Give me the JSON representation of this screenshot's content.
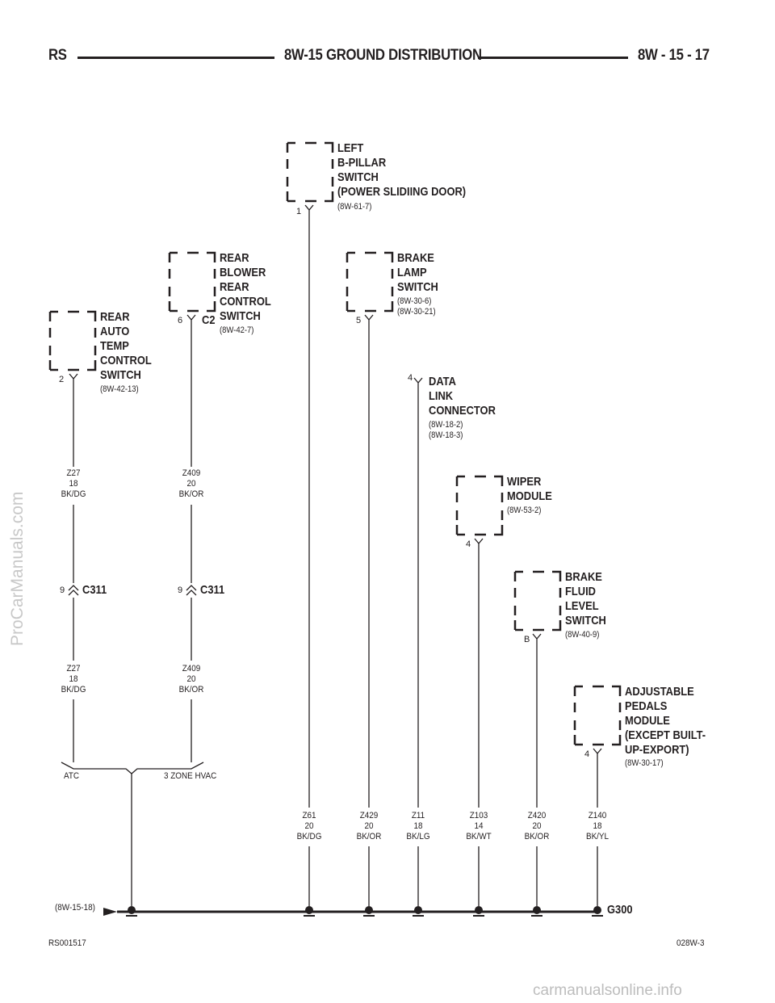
{
  "header": {
    "left": "RS",
    "center": "8W-15 GROUND DISTRIBUTION",
    "right": "8W - 15 - 17"
  },
  "components": {
    "rear_auto_temp": {
      "lines": [
        "REAR",
        "AUTO",
        "TEMP",
        "CONTROL",
        "SWITCH"
      ],
      "refs": [
        "(8W-42-13)"
      ],
      "pin": "2"
    },
    "rear_blower": {
      "lines": [
        "REAR",
        "BLOWER",
        "REAR",
        "CONTROL",
        "SWITCH"
      ],
      "refs": [
        "(8W-42-7)"
      ],
      "pin": "6",
      "connector": "C2"
    },
    "b_pillar": {
      "lines": [
        "LEFT",
        "B-PILLAR",
        "SWITCH",
        "(POWER SLIDIING DOOR)"
      ],
      "refs": [
        "(8W-61-7)"
      ],
      "pin": "1"
    },
    "brake_lamp": {
      "lines": [
        "BRAKE",
        "LAMP",
        "SWITCH"
      ],
      "refs": [
        "(8W-30-6)",
        "(8W-30-21)"
      ],
      "pin": "5"
    },
    "data_link": {
      "lines": [
        "DATA",
        "LINK",
        "CONNECTOR"
      ],
      "refs": [
        "(8W-18-2)",
        "(8W-18-3)"
      ],
      "pin": "4"
    },
    "wiper": {
      "lines": [
        "WIPER",
        "MODULE"
      ],
      "refs": [
        "(8W-53-2)"
      ],
      "pin": "4"
    },
    "brake_fluid": {
      "lines": [
        "BRAKE",
        "FLUID",
        "LEVEL",
        "SWITCH"
      ],
      "refs": [
        "(8W-40-9)"
      ],
      "pin": "B"
    },
    "adj_pedals": {
      "lines": [
        "ADJUSTABLE",
        "PEDALS",
        "MODULE",
        "(EXCEPT BUILT-",
        "UP-EXPORT)"
      ],
      "refs": [
        "(8W-30-17)"
      ],
      "pin": "4"
    }
  },
  "wires": {
    "z27_top": [
      "Z27",
      "18",
      "BK/DG"
    ],
    "z409_top": [
      "Z409",
      "20",
      "BK/OR"
    ],
    "z27_bot": [
      "Z27",
      "18",
      "BK/DG"
    ],
    "z409_bot": [
      "Z409",
      "20",
      "BK/OR"
    ],
    "z61": [
      "Z61",
      "20",
      "BK/DG"
    ],
    "z429": [
      "Z429",
      "20",
      "BK/OR"
    ],
    "z11": [
      "Z11",
      "18",
      "BK/LG"
    ],
    "z103": [
      "Z103",
      "14",
      "BK/WT"
    ],
    "z420": [
      "Z420",
      "20",
      "BK/OR"
    ],
    "z140": [
      "Z140",
      "18",
      "BK/YL"
    ]
  },
  "connectors": {
    "c311_a": {
      "pin": "9",
      "name": "C311"
    },
    "c311_b": {
      "pin": "9",
      "name": "C311"
    }
  },
  "splice": {
    "left_label": "ATC",
    "right_label": "3 ZONE HVAC"
  },
  "ground": {
    "ref": "(8W-15-18)",
    "name": "G300"
  },
  "footer": {
    "left": "RS001517",
    "right": "028W-3"
  },
  "watermarks": {
    "side": "ProCarManuals.com",
    "bottom": "carmanualsonline.info"
  }
}
